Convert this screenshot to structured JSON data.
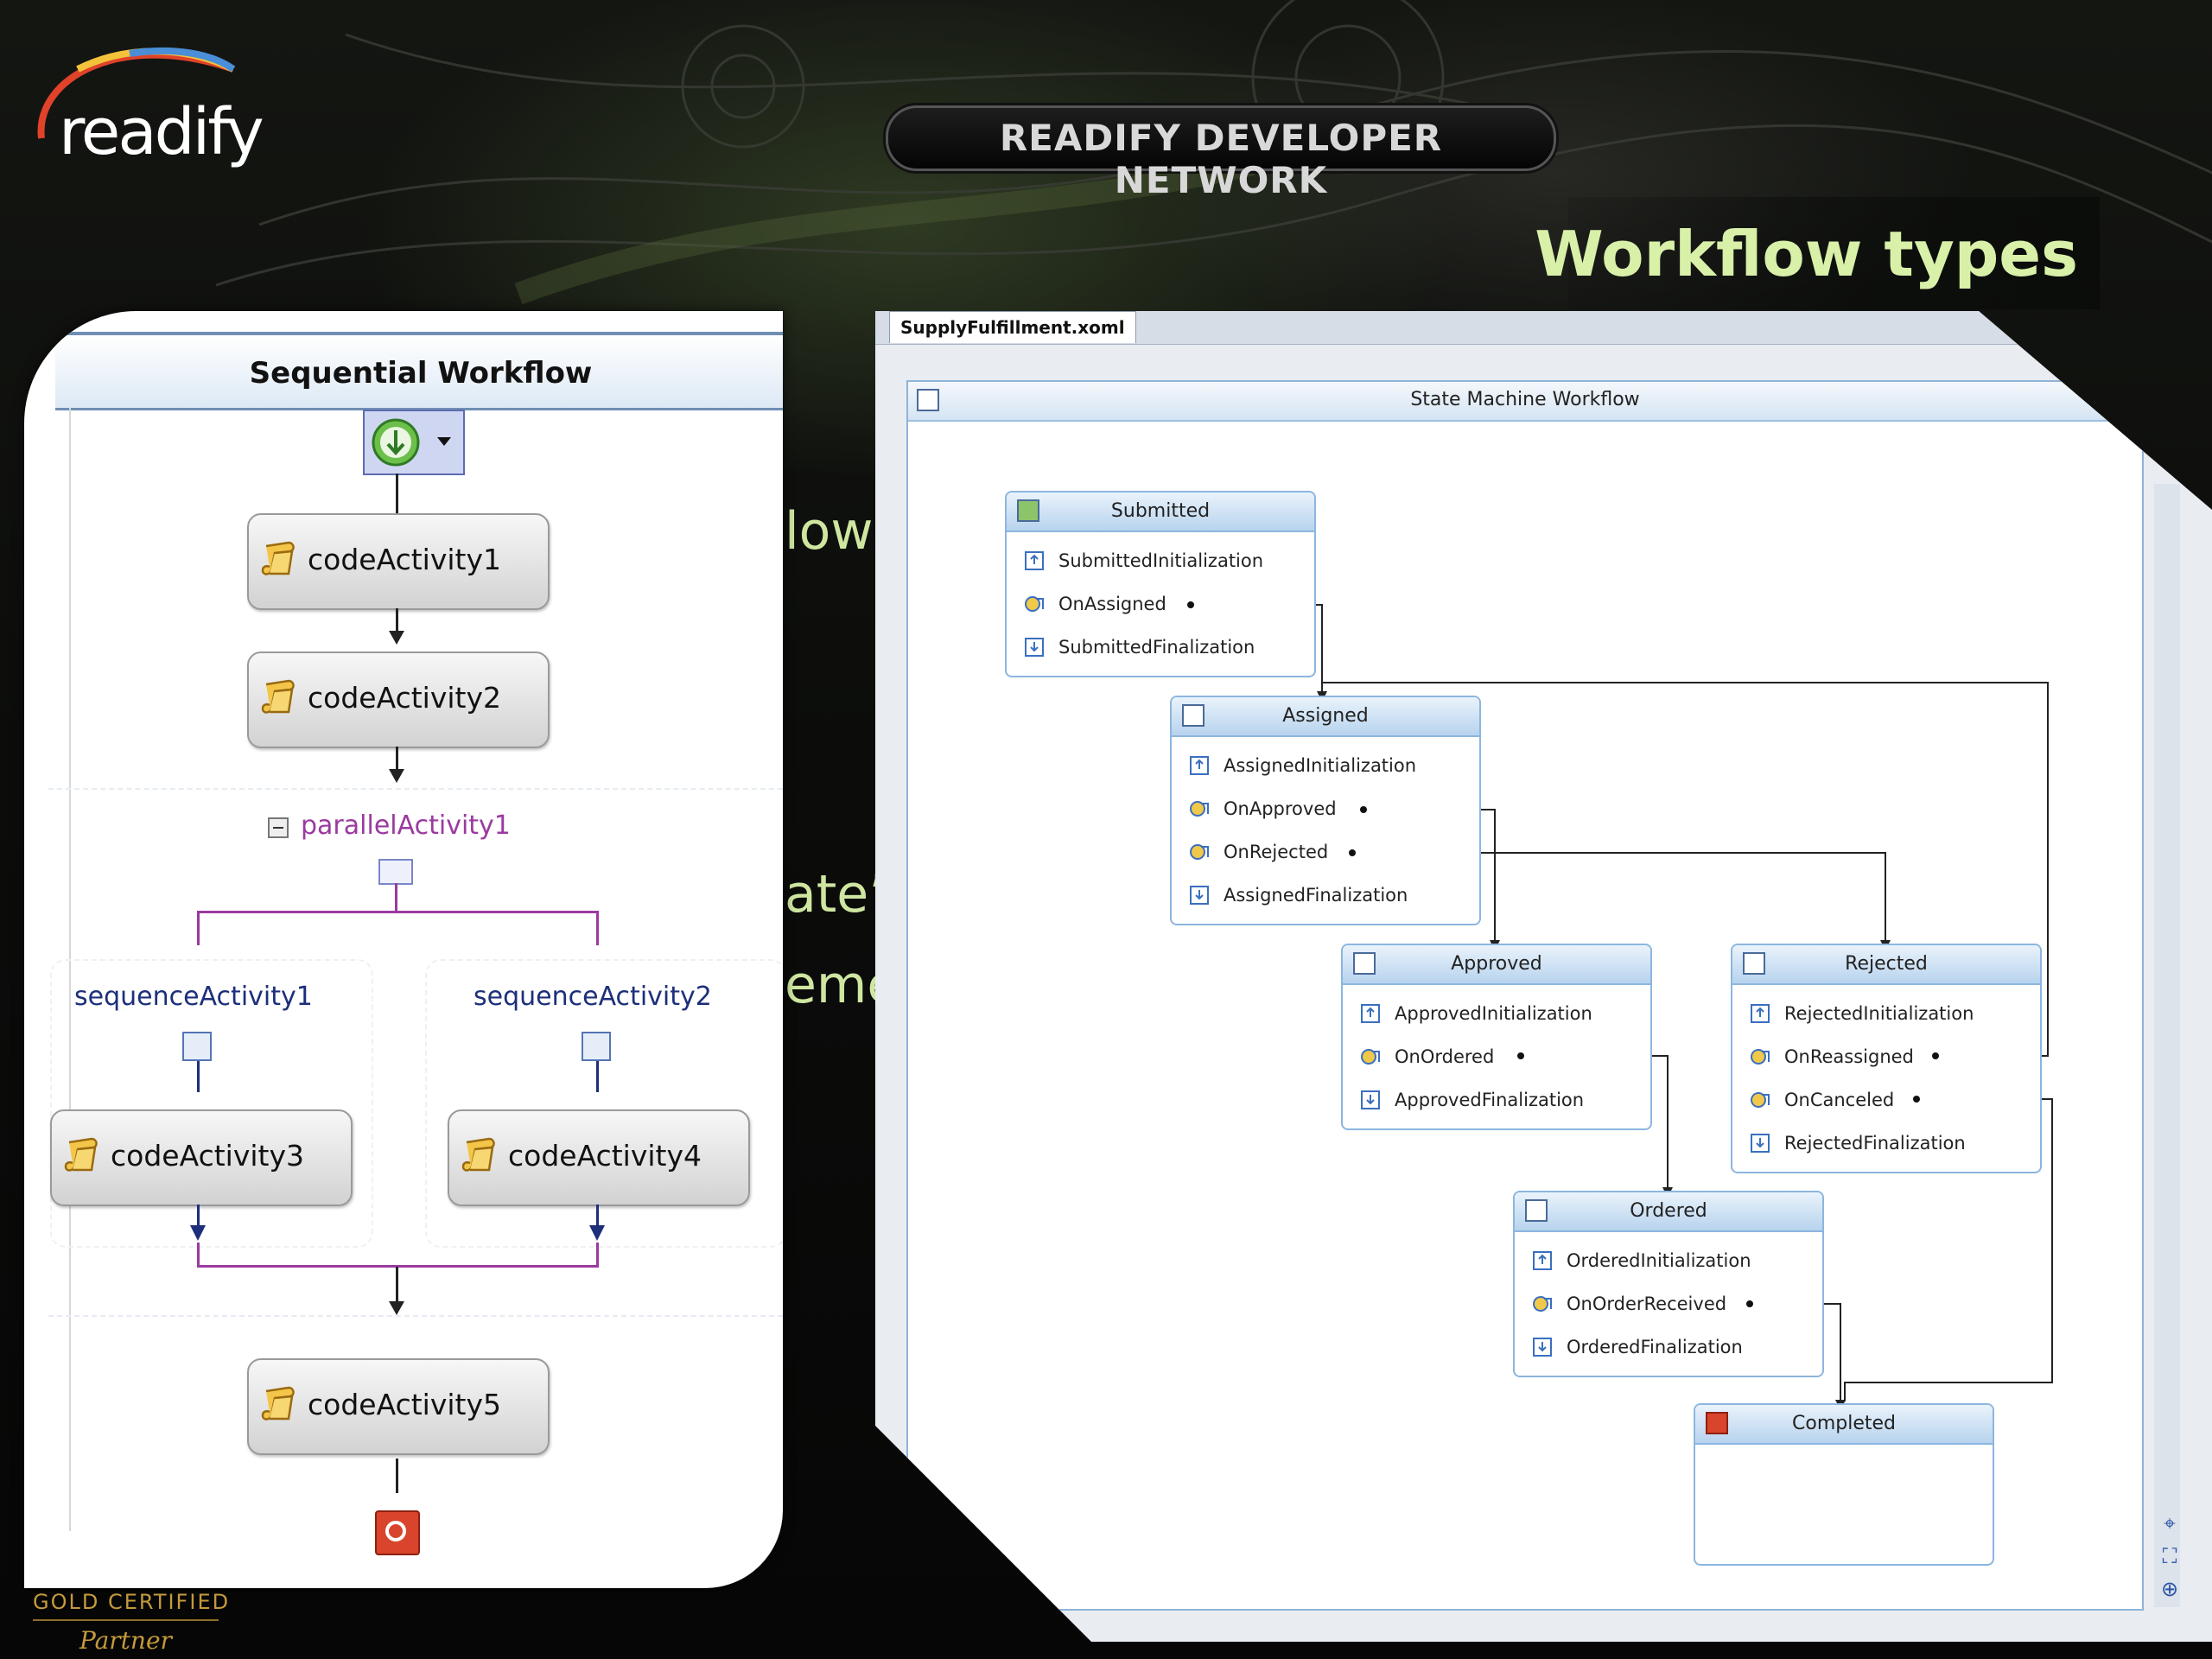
{
  "header": {
    "logo_text": "readify",
    "banner": "READIFY DEVELOPER NETWORK",
    "slide_title": "Workflow types"
  },
  "background_fragments": [
    "lows",
    "ate”",
    "emen"
  ],
  "footer": {
    "gold_certified": "GOLD CERTIFIED",
    "partner": "Partner"
  },
  "sequential": {
    "title": "Sequential Workflow",
    "activities": [
      "codeActivity1",
      "codeActivity2",
      "codeActivity3",
      "codeActivity4",
      "codeActivity5"
    ],
    "parallel_label": "parallelActivity1",
    "sequence_labels": [
      "sequenceActivity1",
      "sequenceActivity2"
    ]
  },
  "state_machine": {
    "file_tab": "SupplyFulfillment.xoml",
    "title": "State Machine Workflow",
    "states": [
      {
        "name": "Submitted",
        "items": [
          "SubmittedInitialization",
          "OnAssigned",
          "SubmittedFinalization"
        ]
      },
      {
        "name": "Assigned",
        "items": [
          "AssignedInitialization",
          "OnApproved",
          "OnRejected",
          "AssignedFinalization"
        ]
      },
      {
        "name": "Approved",
        "items": [
          "ApprovedInitialization",
          "OnOrdered",
          "ApprovedFinalization"
        ]
      },
      {
        "name": "Rejected",
        "items": [
          "RejectedInitialization",
          "OnReassigned",
          "OnCanceled",
          "RejectedFinalization"
        ]
      },
      {
        "name": "Ordered",
        "items": [
          "OrderedInitialization",
          "OnOrderReceived",
          "OrderedFinalization"
        ]
      },
      {
        "name": "Completed",
        "items": []
      }
    ]
  },
  "colors": {
    "title_green": "#d8f0a8",
    "parallel_purple": "#9b3aa0",
    "sequence_navy": "#1d2f7a",
    "state_border": "#8cb6df",
    "gold": "#c49a3c"
  }
}
